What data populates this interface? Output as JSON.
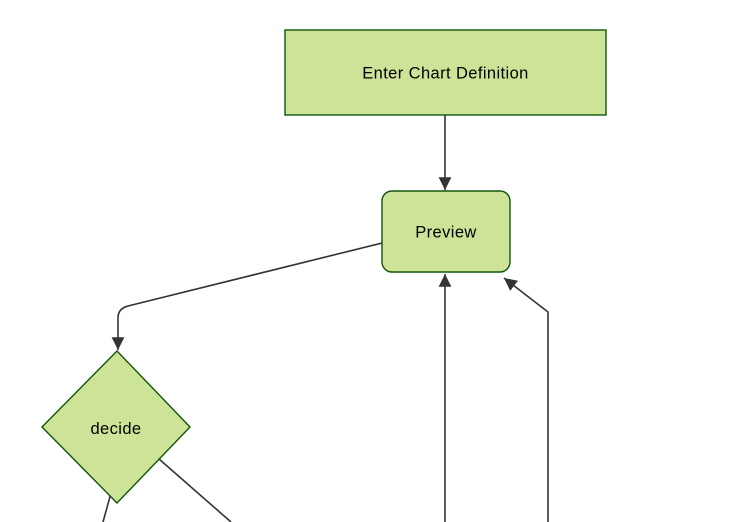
{
  "diagram": {
    "type": "flowchart",
    "direction": "top-down",
    "background": "#ffffff",
    "colors": {
      "node_fill": "#cde498",
      "node_border": "#13540c",
      "edge": "#333333",
      "arrowhead": "#333333",
      "text": "#000000"
    },
    "nodes": [
      {
        "id": "enter-chart-definition",
        "label": "Enter Chart Definition",
        "shape": "rectangle"
      },
      {
        "id": "preview",
        "label": "Preview",
        "shape": "rounded-rectangle"
      },
      {
        "id": "decide",
        "label": "decide",
        "shape": "diamond"
      }
    ],
    "edges": [
      {
        "from": "enter-chart-definition",
        "to": "preview",
        "arrowhead_visible": true
      },
      {
        "from": "preview",
        "to": "decide",
        "arrowhead_visible": true
      },
      {
        "from": "offscreen-bottom-center",
        "to": "preview",
        "arrowhead_visible": true
      },
      {
        "from": "offscreen-bottom-right",
        "to": "preview",
        "arrowhead_visible": true
      },
      {
        "from": "decide",
        "to": "offscreen-bottom-left",
        "arrowhead_visible": false
      },
      {
        "from": "decide",
        "to": "offscreen-bottom-right",
        "arrowhead_visible": false
      }
    ]
  }
}
